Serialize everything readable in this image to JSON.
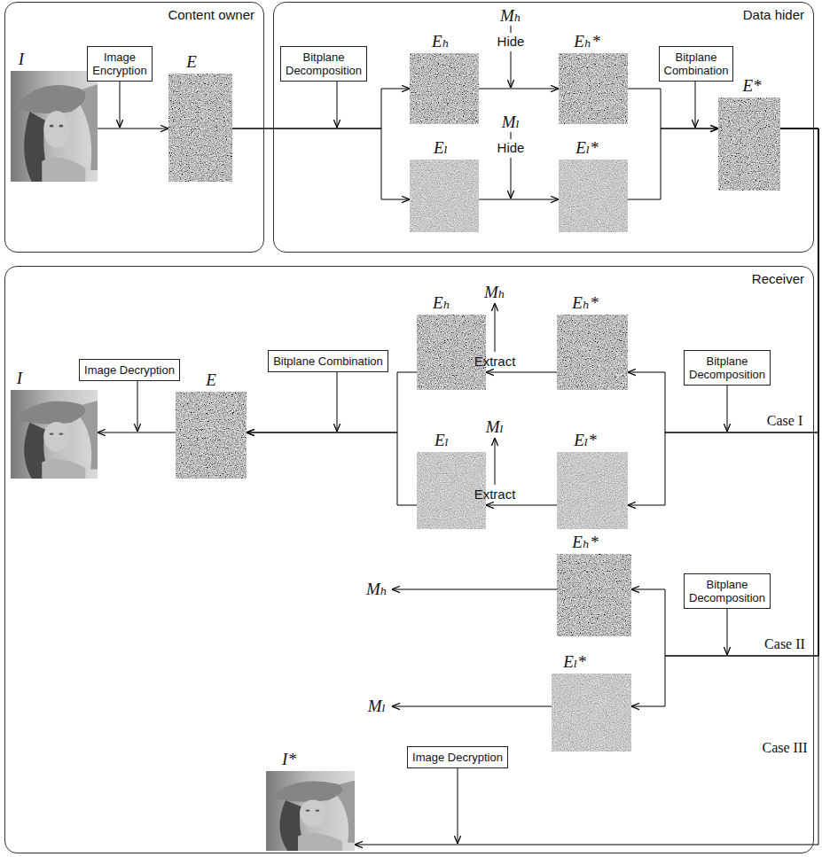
{
  "diagram": {
    "nodes": [
      {
        "text": [
          "Content owner"
        ]
      },
      {
        "text": [
          "I"
        ],
        "in": 0
      },
      {
        "text": [
          "Image Encryption"
        ],
        "in": 0
      },
      {
        "text": [
          "E"
        ],
        "in": 0
      },
      {
        "text": [
          "Data hider"
        ]
      },
      {
        "text": [
          "Bitplane Decomposition"
        ],
        "in": 4
      },
      {
        "text": [
          "Eₕ"
        ],
        "in": 4
      },
      {
        "text": [
          "Eₗ"
        ],
        "in": 4
      },
      {
        "text": [
          "Eₕ*"
        ],
        "in": 4
      },
      {
        "text": [
          "Eₗ*"
        ],
        "in": 4
      },
      {
        "text": [
          "Bitplane Combination"
        ],
        "in": 4
      },
      {
        "text": [
          "E*"
        ],
        "in": 4
      },
      {
        "text": [
          "Receiver"
        ]
      },
      {
        "text": [
          "I"
        ],
        "in": 12
      },
      {
        "text": [
          "Image Decryption"
        ],
        "in": 12
      },
      {
        "text": [
          "E"
        ],
        "in": 12
      },
      {
        "text": [
          "Bitplane Combination"
        ],
        "in": 12
      },
      {
        "text": [
          "Eₕ"
        ],
        "in": 12
      },
      {
        "text": [
          "Eₗ"
        ],
        "in": 12
      },
      {
        "text": [
          "Eₕ*"
        ],
        "in": 12
      },
      {
        "text": [
          "Bitplane Decomposition"
        ],
        "in": 12
      },
      {
        "text": [
          "Eₗ*"
        ],
        "in": 12
      },
      {
        "text": [
          "Eₕ*"
        ],
        "in": 12
      },
      {
        "text": [
          "Bitplane Decomposition"
        ],
        "in": 12
      },
      {
        "text": [
          "Eₗ*"
        ],
        "in": 12
      },
      {
        "text": [
          "I*"
        ],
        "in": 12
      },
      {
        "text": [
          "Image Decryption"
        ],
        "in": 12
      }
    ],
    "edges": [
      {
        "from": 1,
        "to": 3,
        "arrow": "to"
      },
      {
        "from": 3,
        "to": 6,
        "arrow": "to"
      },
      {
        "from": 3,
        "to": 7,
        "arrow": "to"
      },
      {
        "from": 6,
        "to": 8,
        "arrow": "to"
      },
      {
        "from": 7,
        "to": 9,
        "arrow": "to"
      },
      {
        "from": 8,
        "to": 11,
        "arrow": "to"
      },
      {
        "from": 9,
        "to": 11,
        "arrow": "to"
      },
      {
        "from": 11,
        "to": 19,
        "label": "Case I",
        "arrow": "to"
      },
      {
        "from": 11,
        "to": 21,
        "arrow": "to"
      },
      {
        "from": 11,
        "to": 22,
        "label": "Case II",
        "arrow": "to"
      },
      {
        "from": 11,
        "to": 24,
        "arrow": "to"
      },
      {
        "from": 11,
        "to": 25,
        "label": "Case III",
        "arrow": "to"
      },
      {
        "from": 19,
        "to": 17,
        "arrow": "to"
      },
      {
        "from": 21,
        "to": 18,
        "arrow": "to"
      },
      {
        "from": 17,
        "to": 15,
        "arrow": "to"
      },
      {
        "from": 18,
        "to": 15,
        "arrow": "to"
      },
      {
        "from": 15,
        "to": 13,
        "arrow": "to"
      }
    ],
    "labels": [
      "Mₕ",
      "Hide",
      "Mₗ",
      "Hide",
      "Mₕ",
      "Extract",
      "Mₗ",
      "Extract",
      "Mₕ",
      "Mₗ"
    ]
  }
}
